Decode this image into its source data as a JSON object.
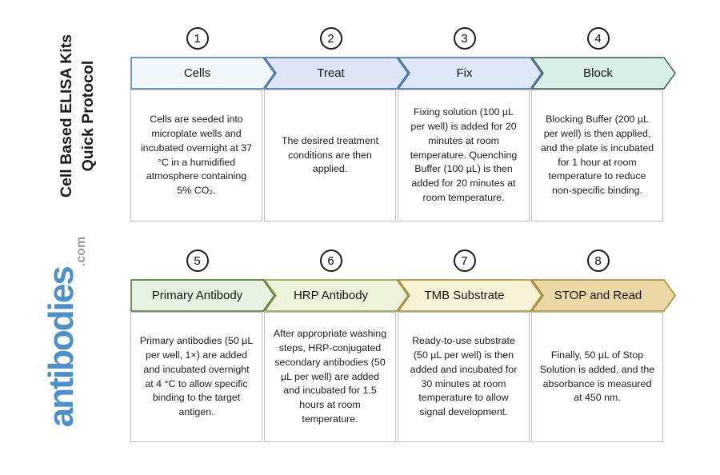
{
  "sidebar": {
    "title_line1": "Cell Based ELISA Kits",
    "title_line2": "Quick Protocol",
    "logo_text": "antibodies",
    "logo_suffix": ".com",
    "logo_color": "#4e8fc7"
  },
  "steps": [
    {
      "number": "1",
      "label": "Cells",
      "description": "Cells are seeded into microplate wells and incubated overnight at 37 °C in a humidified atmosphere containing 5% CO₂.",
      "fill": "#f3f8fc",
      "stroke": "#4a77a8"
    },
    {
      "number": "2",
      "label": "Treat",
      "description": "The desired treatment conditions are then applied.",
      "fill": "#dde5f6",
      "stroke": "#3f6cab"
    },
    {
      "number": "3",
      "label": "Fix",
      "description": "Fixing solution (100 µL per well) is added for 20 minutes at room temperature. Quenching Buffer (100 µL) is then added for 20 minutes at room temperature.",
      "fill": "#dfe8f8",
      "stroke": "#3f6cab"
    },
    {
      "number": "4",
      "label": "Block",
      "description": "Blocking Buffer (200 µL per well) is then applied, and the plate is incubated for 1 hour at room temperature to reduce non-specific binding.",
      "fill": "#d8eee7",
      "stroke": "#3d5a52"
    },
    {
      "number": "5",
      "label": "Primary Antibody",
      "description": "Primary antibodies (50 µL per well, 1×) are added and incubated overnight at 4 °C to allow specific binding to the target antigen.",
      "fill": "#e7f3e2",
      "stroke": "#4b6b2d"
    },
    {
      "number": "6",
      "label": "HRP Antibody",
      "description": "After appropriate washing steps, HRP-conjugated secondary antibodies (50 µL per well) are added and incubated for 1.5 hours at room temperature.",
      "fill": "#eef3db",
      "stroke": "#95913c"
    },
    {
      "number": "7",
      "label": "TMB Substrate",
      "description": "Ready-to-use substrate (50 µL per well) is then added and incubated for 30 minutes at room temperature to allow signal development.",
      "fill": "#f8f3d7",
      "stroke": "#a5872f"
    },
    {
      "number": "8",
      "label": "STOP and Read",
      "description": "Finally, 50 µL of Stop Solution is added, and the absorbance is measured at 450 nm.",
      "fill": "#ead9a6",
      "stroke": "#a5872f"
    }
  ]
}
